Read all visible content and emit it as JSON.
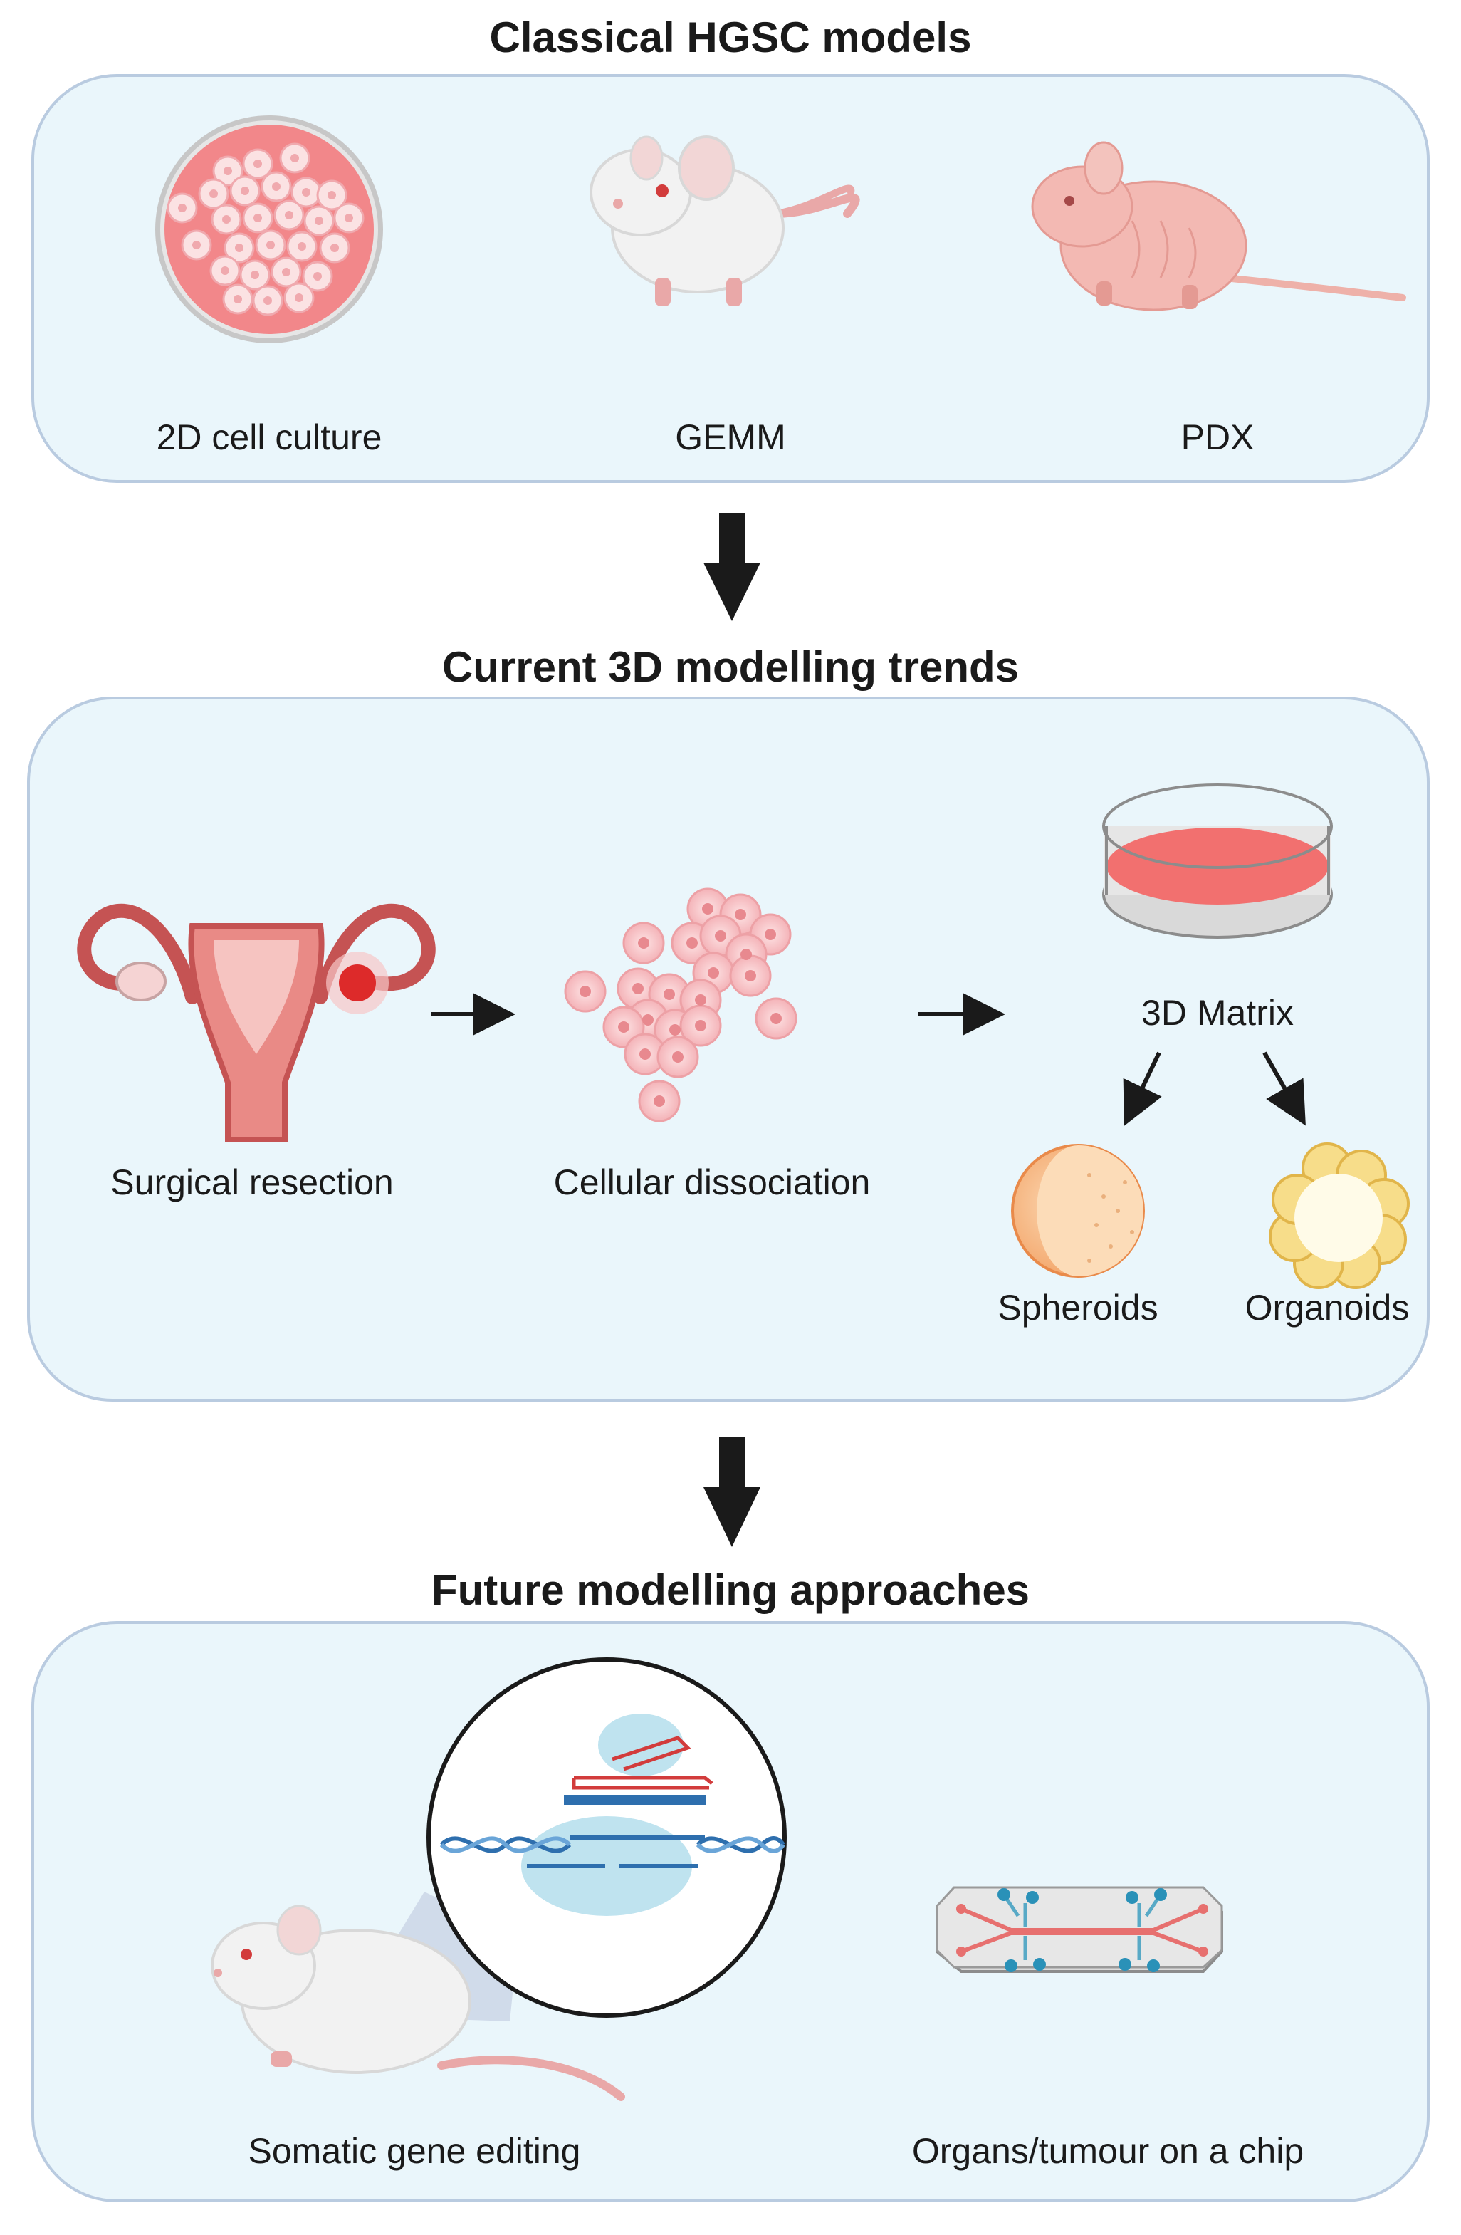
{
  "sections": {
    "classical": {
      "title": "Classical HGSC models",
      "items": [
        "2D cell culture",
        "GEMM",
        "PDX"
      ]
    },
    "current": {
      "title": "Current 3D modelling trends",
      "steps": [
        "Surgical resection",
        "Cellular dissociation",
        "3D Matrix"
      ],
      "outcomes": [
        "Spheroids",
        "Organoids"
      ]
    },
    "future": {
      "title": "Future modelling approaches",
      "items": [
        "Somatic gene editing",
        "Organs/tumour on a chip"
      ]
    }
  },
  "colors": {
    "panel_fill": "#eaf6fb",
    "panel_border": "#b9cbe0",
    "cell_pink": "#f6b8bd",
    "medium_red": "#f2706f",
    "arrow": "#1a1a1a"
  }
}
